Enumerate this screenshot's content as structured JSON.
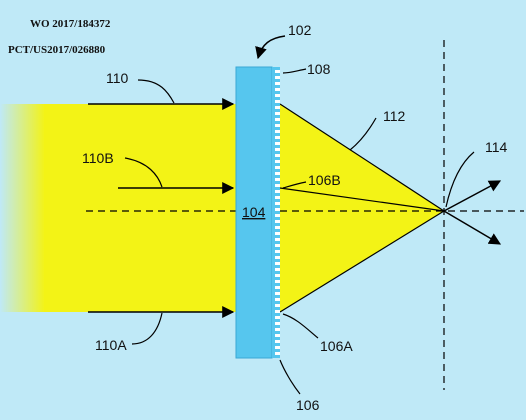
{
  "header": {
    "publication_number": "WO 2017/184372",
    "application_number": "PCT/US2017/026880"
  },
  "labels": {
    "device": "102",
    "substrate": "104",
    "metasurface_bottom": "106",
    "metasurface_top": "108",
    "incident_light": "110",
    "incident_ray_b": "110B",
    "incident_ray_a": "110A",
    "focused_cone": "112",
    "focal_point": "114",
    "deflected_ray_b": "106B",
    "nanostructure_a": "106A"
  },
  "colors": {
    "background": "#bfe9f7",
    "light_beam": "#f3f316",
    "substrate": "#56c6ee",
    "nanostructure": "#ffffff"
  }
}
